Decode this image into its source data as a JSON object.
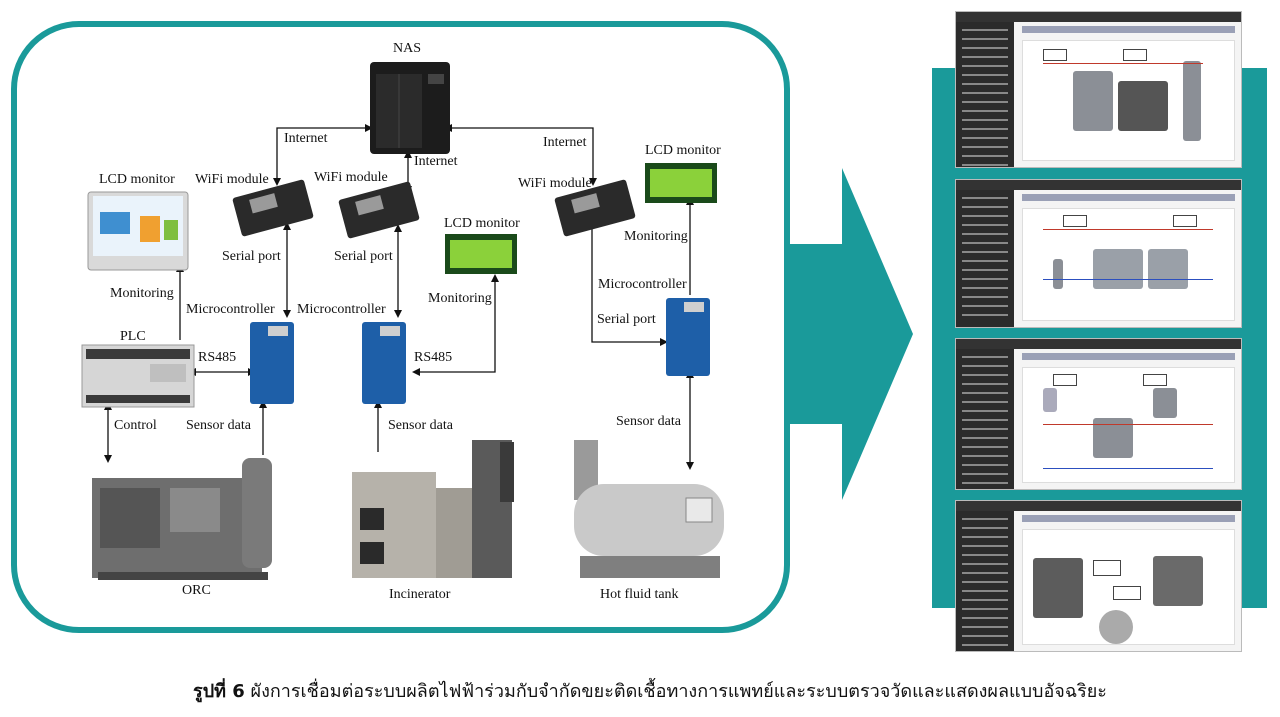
{
  "diagram": {
    "labels": {
      "nas": "NAS",
      "internet_left": "Internet",
      "internet_center": "Internet",
      "internet_right": "Internet",
      "wifi_left": "WiFi module",
      "wifi_center": "WiFi module",
      "wifi_right": "WiFi module",
      "lcd_left": "LCD monitor",
      "lcd_center": "LCD monitor",
      "lcd_right": "LCD monitor",
      "serial_left": "Serial port",
      "serial_center": "Serial port",
      "serial_right": "Serial port",
      "monitoring_left": "Monitoring",
      "monitoring_center": "Monitoring",
      "monitoring_right": "Monitoring",
      "mcu_left": "Microcontroller",
      "mcu_center": "Microcontroller",
      "mcu_right": "Microcontroller",
      "plc": "PLC",
      "rs485_left": "RS485",
      "rs485_center": "RS485",
      "control": "Control",
      "sensor_left": "Sensor data",
      "sensor_center": "Sensor data",
      "sensor_right": "Sensor data",
      "orc": "ORC",
      "incinerator": "Incinerator",
      "hot_fluid_tank": "Hot fluid tank"
    },
    "colors": {
      "frame": "#1a9a9a",
      "arrow": "#1a9a9a",
      "backdrop": "#1a9a9a"
    }
  },
  "caption": {
    "number": "รูปที่ 6",
    "text": "ผังการเชื่อมต่อระบบผลิตไฟฟ้าร่วมกับจำกัดขยะติดเชื้อทางการแพทย์และระบบตรวจวัดและแสดงผลแบบอัจฉริยะ"
  }
}
